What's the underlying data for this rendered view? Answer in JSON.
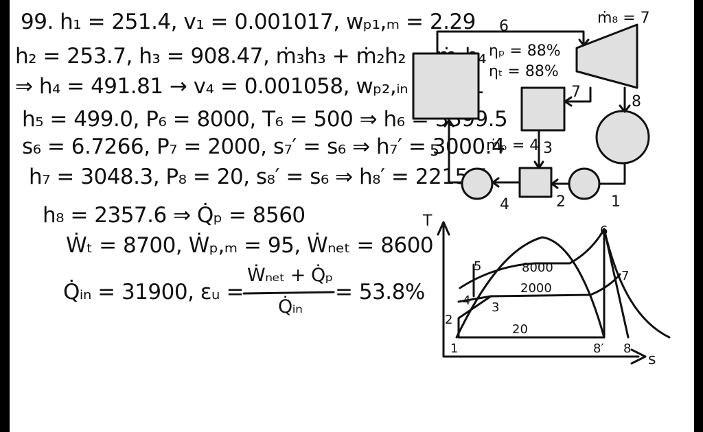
{
  "problem": {
    "lines": [
      "99.  h₁ = 251.4, v₁ = 0.001017, wₚ₁,ₘ = 2.29",
      "h₂ = 253.7,  h₃ = 908.47,  ṁ₃h₃ + ṁ₂h₂ = ṁ₄h₄",
      "⇒ h₄ = 491.81 → v₄ = 0.001058, wₚ₂,ᵢₙ = 7.21",
      "h₅ = 499.0,  P₆ = 8000, T₆ = 500 ⇒ h₆ = 3399.5",
      "s₆ = 6.7266,  P₇ = 2000,  s₇′ = s₆ ⇒ h₇′ = 3000.4",
      "h₇ = 3048.3,  P₈ = 20,  s₈′ = s₆ ⇒ h₈′ = 2215.5",
      "h₈ = 2357.6 ⇒ Q̇ₚ = 8560",
      "Ẇₜ = 8700,  Ẇₚ,ₘ = 95,  Ẇₙₑₜ = 8600",
      "Q̇ᵢₙ = 31900,  εᵤ = ",
      "Ẇₙₑₜ + Q̇ₚ",
      "Q̇ᵢₙ",
      "= 53.8%"
    ]
  },
  "schematic": {
    "labels": {
      "state6": "6",
      "m_dot_8": "ṁ₈ = 7",
      "eta_p": "ηₚ = 88%",
      "eta_t": "ηₜ = 88%",
      "state7": "7",
      "state8": "8",
      "state3": "3",
      "m_dot_p": "ṁₚ = 4",
      "state5": "5",
      "state4": "4",
      "state2": "2",
      "state1": "1"
    }
  },
  "ts_diagram": {
    "axis_t": "T",
    "axis_s": "s",
    "isobar_8000": "8000",
    "isobar_2000": "2000",
    "isobar_20": "20",
    "pt1": "1",
    "pt2": "2",
    "pt3": "3",
    "pt4": "4",
    "pt5": "5",
    "pt6": "6",
    "pt7": "7",
    "pt8p": "8′",
    "pt8": "8"
  },
  "colors": {
    "ink": "#111111",
    "box_fill": "#e0e0e0",
    "background": "#000000",
    "paper": "#ffffff"
  }
}
